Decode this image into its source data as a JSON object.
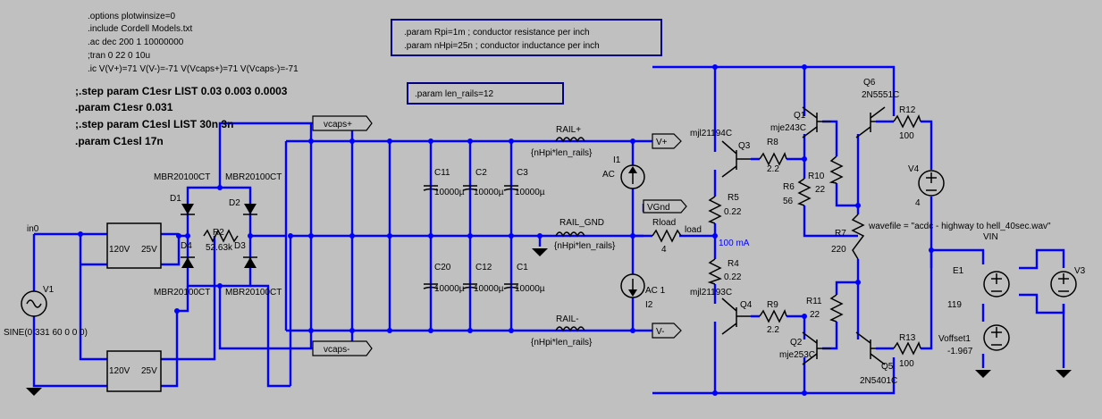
{
  "directives_left": [
    ".options plotwinsize=0",
    ".include Cordell Models.txt",
    ".ac dec 200 1 10000000",
    ";tran 0 22 0 10u",
    ".ic V(V+)=71  V(V-)=-71 V(Vcaps+)=71 V(Vcaps-)=-71"
  ],
  "directives_bold": [
    ";.step param C1esr LIST 0.03 0.003 0.0003",
    ".param C1esr 0.031",
    ";.step param C1esl LIST 30n 3n",
    ".param C1esl 17n"
  ],
  "param_box_1": [
    ".param Rpi=1m ; conductor resistance per inch",
    ".param nHpi=25n ; conductor inductance per inch"
  ],
  "param_box_2": ".param len_rails=12",
  "labels": {
    "in0": "in0",
    "v1": "V1",
    "v1_value": "SINE(0 331 60 0 0 0)",
    "t1_primary": "120V",
    "t1_secondary": "25V",
    "t2_primary": "120V",
    "t2_secondary": "25V",
    "d1": "D1",
    "d2": "D2",
    "d3": "D3",
    "d4": "D4",
    "d_model_tl": "MBR20100CT",
    "d_model_tr": "MBR20100CT",
    "d_model_bl": "MBR20100CT",
    "d_model_br": "MBR20100CT",
    "r2": "R2",
    "r2_value": "52.63k",
    "vcaps_plus": "vcaps+",
    "vcaps_minus": "vcaps-",
    "c11": "C11",
    "c11_value": "10000µ",
    "c2": "C2",
    "c2_value": "10000µ",
    "c3": "C3",
    "c3_value": "10000µ",
    "c20": "C20",
    "c20_value": "10000µ",
    "c12": "C12",
    "c12_value": "10000µ",
    "c1": "C1",
    "c1_value": "10000µ",
    "rail_plus": "RAIL+",
    "rail_plus_value": "{nHpi*len_rails}",
    "rail_gnd": "RAIL_GND",
    "rail_gnd_value": "{nHpi*len_rails}",
    "rail_minus": "RAIL-",
    "rail_minus_value": "{nHpi*len_rails}",
    "v_plus": "V+",
    "v_minus": "V-",
    "vgnd": "VGnd",
    "i1": "I1",
    "i1_value": "AC",
    "i2": "I2",
    "i2_value": "AC 1",
    "rload": "Rload",
    "rload_value": "4",
    "load": "load",
    "current": "100 mA",
    "q3_model": "mjl21194C",
    "q3": "Q3",
    "q4_model": "mjl21193C",
    "q4": "Q4",
    "r5": "R5",
    "r5_value": "0.22",
    "r4": "R4",
    "r4_value": "0.22",
    "r8": "R8",
    "r8_value": "2.2",
    "r9": "R9",
    "r9_value": "2.2",
    "q1": "Q1",
    "q1_model": "mje243C",
    "q2": "Q2",
    "q2_model": "mje253C",
    "r6": "R6",
    "r6_value": "56",
    "r10": "R10",
    "r10_value": "22",
    "r11": "R11",
    "r11_value": "22",
    "r7": "R7",
    "r7_value": "220",
    "q6": "Q6",
    "q6_model": "2N5551C",
    "q5": "Q5",
    "q5_model": "2N5401C",
    "r12": "R12",
    "r12_value": "100",
    "r13": "R13",
    "r13_value": "100",
    "v4": "V4",
    "v4_value": "4",
    "wavefile": "wavefile = \"acdc - highway to hell_40sec.wav\"",
    "vin": "VIN",
    "e1": "E1",
    "e1_value": "119",
    "v3": "V3",
    "voffset": "Voffset1",
    "voffset_value": "-1.967"
  }
}
